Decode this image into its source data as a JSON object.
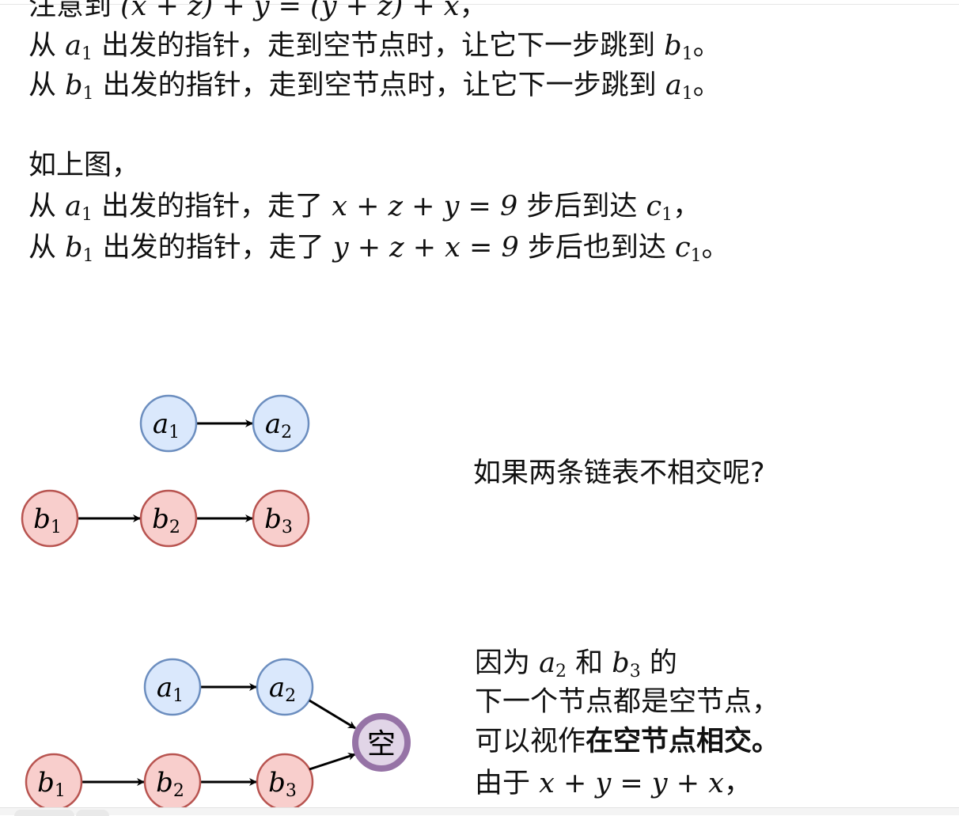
{
  "paragraph1": {
    "line0": {
      "pre": "注意到 ",
      "math": "(x + z) + y = (y + z) + x",
      "post": "，"
    },
    "line1": {
      "pre": "从 ",
      "var1": "a",
      "sub1": "1",
      "mid": " 出发的指针，走到空节点时，让它下一步跳到 ",
      "var2": "b",
      "sub2": "1",
      "post": "。"
    },
    "line2": {
      "pre": "从 ",
      "var1": "b",
      "sub1": "1",
      "mid": " 出发的指针，走到空节点时，让它下一步跳到 ",
      "var2": "a",
      "sub2": "1",
      "post": "。"
    }
  },
  "paragraph2": {
    "line0": "如上图，",
    "line1": {
      "pre": "从 ",
      "var1": "a",
      "sub1": "1",
      "mid": " 出发的指针，走了 ",
      "math": "x + z + y = 9",
      "mid2": " 步后到达 ",
      "var2": "c",
      "sub2": "1",
      "post": "，"
    },
    "line2": {
      "pre": "从 ",
      "var1": "b",
      "sub1": "1",
      "mid": " 出发的指针，走了 ",
      "math": "y + z + x = 9",
      "mid2": " 步后也到达 ",
      "var2": "c",
      "sub2": "1",
      "post": "。"
    }
  },
  "diagram1": {
    "nodes_a": [
      {
        "v": "a",
        "s": "1"
      },
      {
        "v": "a",
        "s": "2"
      }
    ],
    "nodes_b": [
      {
        "v": "b",
        "s": "1"
      },
      {
        "v": "b",
        "s": "2"
      },
      {
        "v": "b",
        "s": "3"
      }
    ],
    "caption": "如果两条链表不相交呢?"
  },
  "diagram2": {
    "nodes_a": [
      {
        "v": "a",
        "s": "1"
      },
      {
        "v": "a",
        "s": "2"
      }
    ],
    "nodes_b": [
      {
        "v": "b",
        "s": "1"
      },
      {
        "v": "b",
        "s": "2"
      },
      {
        "v": "b",
        "s": "3"
      }
    ],
    "null_node": "空",
    "caption": {
      "line0": {
        "pre": "因为 ",
        "var1": "a",
        "sub1": "2",
        "mid": " 和 ",
        "var2": "b",
        "sub2": "3",
        "post": " 的"
      },
      "line1": "下一个节点都是空节点，",
      "line2_normal": "可以视作",
      "line2_bold": "在空节点相交。",
      "line3": {
        "pre": "由于 ",
        "math": "x + y = y + x",
        "post": "，"
      }
    }
  },
  "colors": {
    "blue_fill": "#dae8fc",
    "blue_stroke": "#6c8ebf",
    "red_fill": "#f8cecc",
    "red_stroke": "#b85450",
    "purple_fill": "#e1d5e7",
    "purple_stroke": "#9673a6"
  }
}
